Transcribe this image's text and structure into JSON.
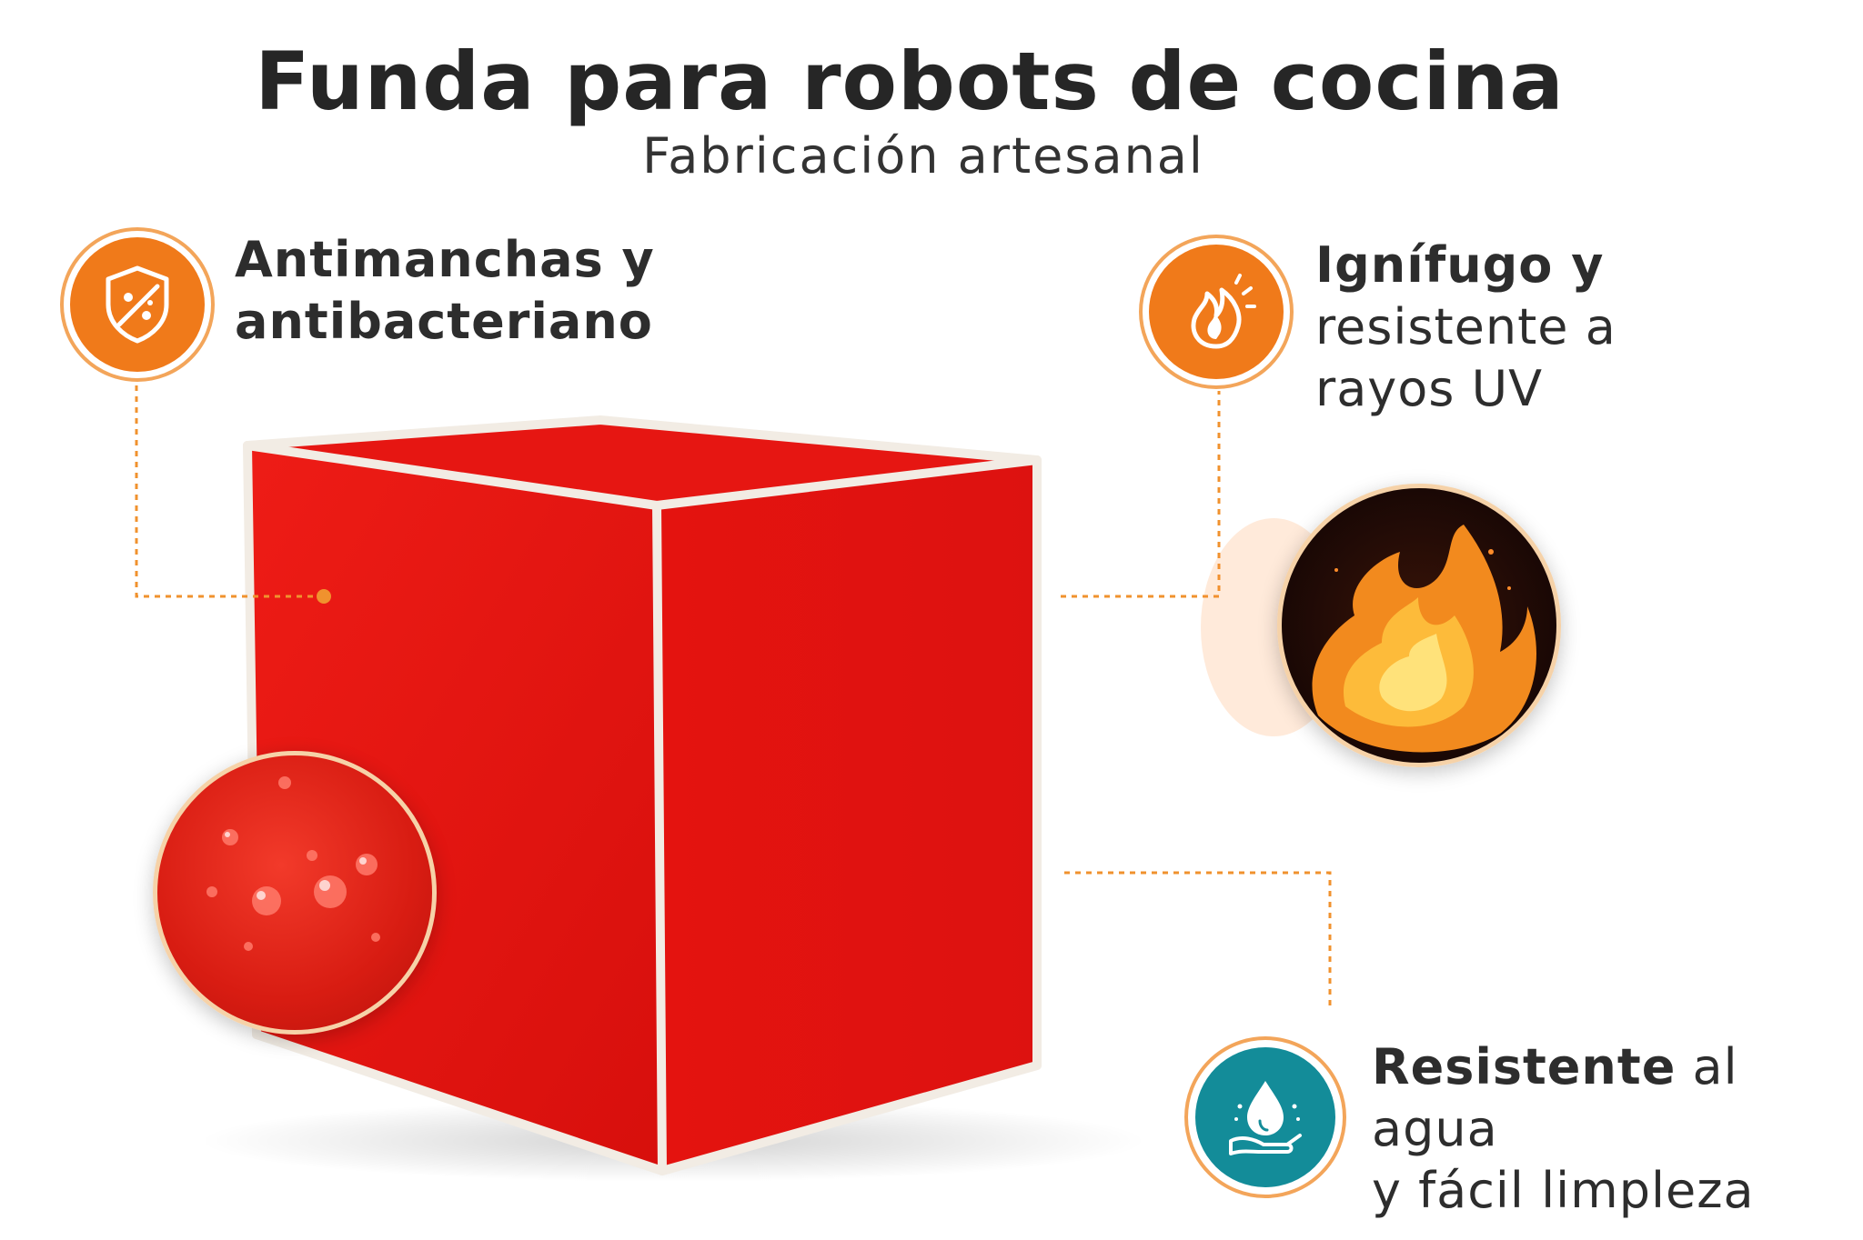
{
  "header": {
    "title": "Funda para robots de cocina",
    "subtitle": "Fabricación artesanal"
  },
  "features": [
    {
      "id": "antimanchas",
      "lines": [
        "Antimanchas y",
        "antibacteriano"
      ],
      "icon": "shield-stain-icon",
      "icon_color": "#f07a1a"
    },
    {
      "id": "ignifugo",
      "bold": "Ignífugo y",
      "lines": [
        "resistente a",
        "rayos UV"
      ],
      "icon": "flame-icon",
      "icon_color": "#f07a1a"
    },
    {
      "id": "agua",
      "bold": "Resistente",
      "rest": " al agua",
      "line2": "y fácil limpleza",
      "icon": "water-drop-hand-icon",
      "icon_color": "#138c99"
    }
  ],
  "colors": {
    "product": "#e31414",
    "piping": "#f2ece4",
    "connector": "#f0922e",
    "accent_orange": "#f07a1a",
    "accent_teal": "#138c99"
  }
}
